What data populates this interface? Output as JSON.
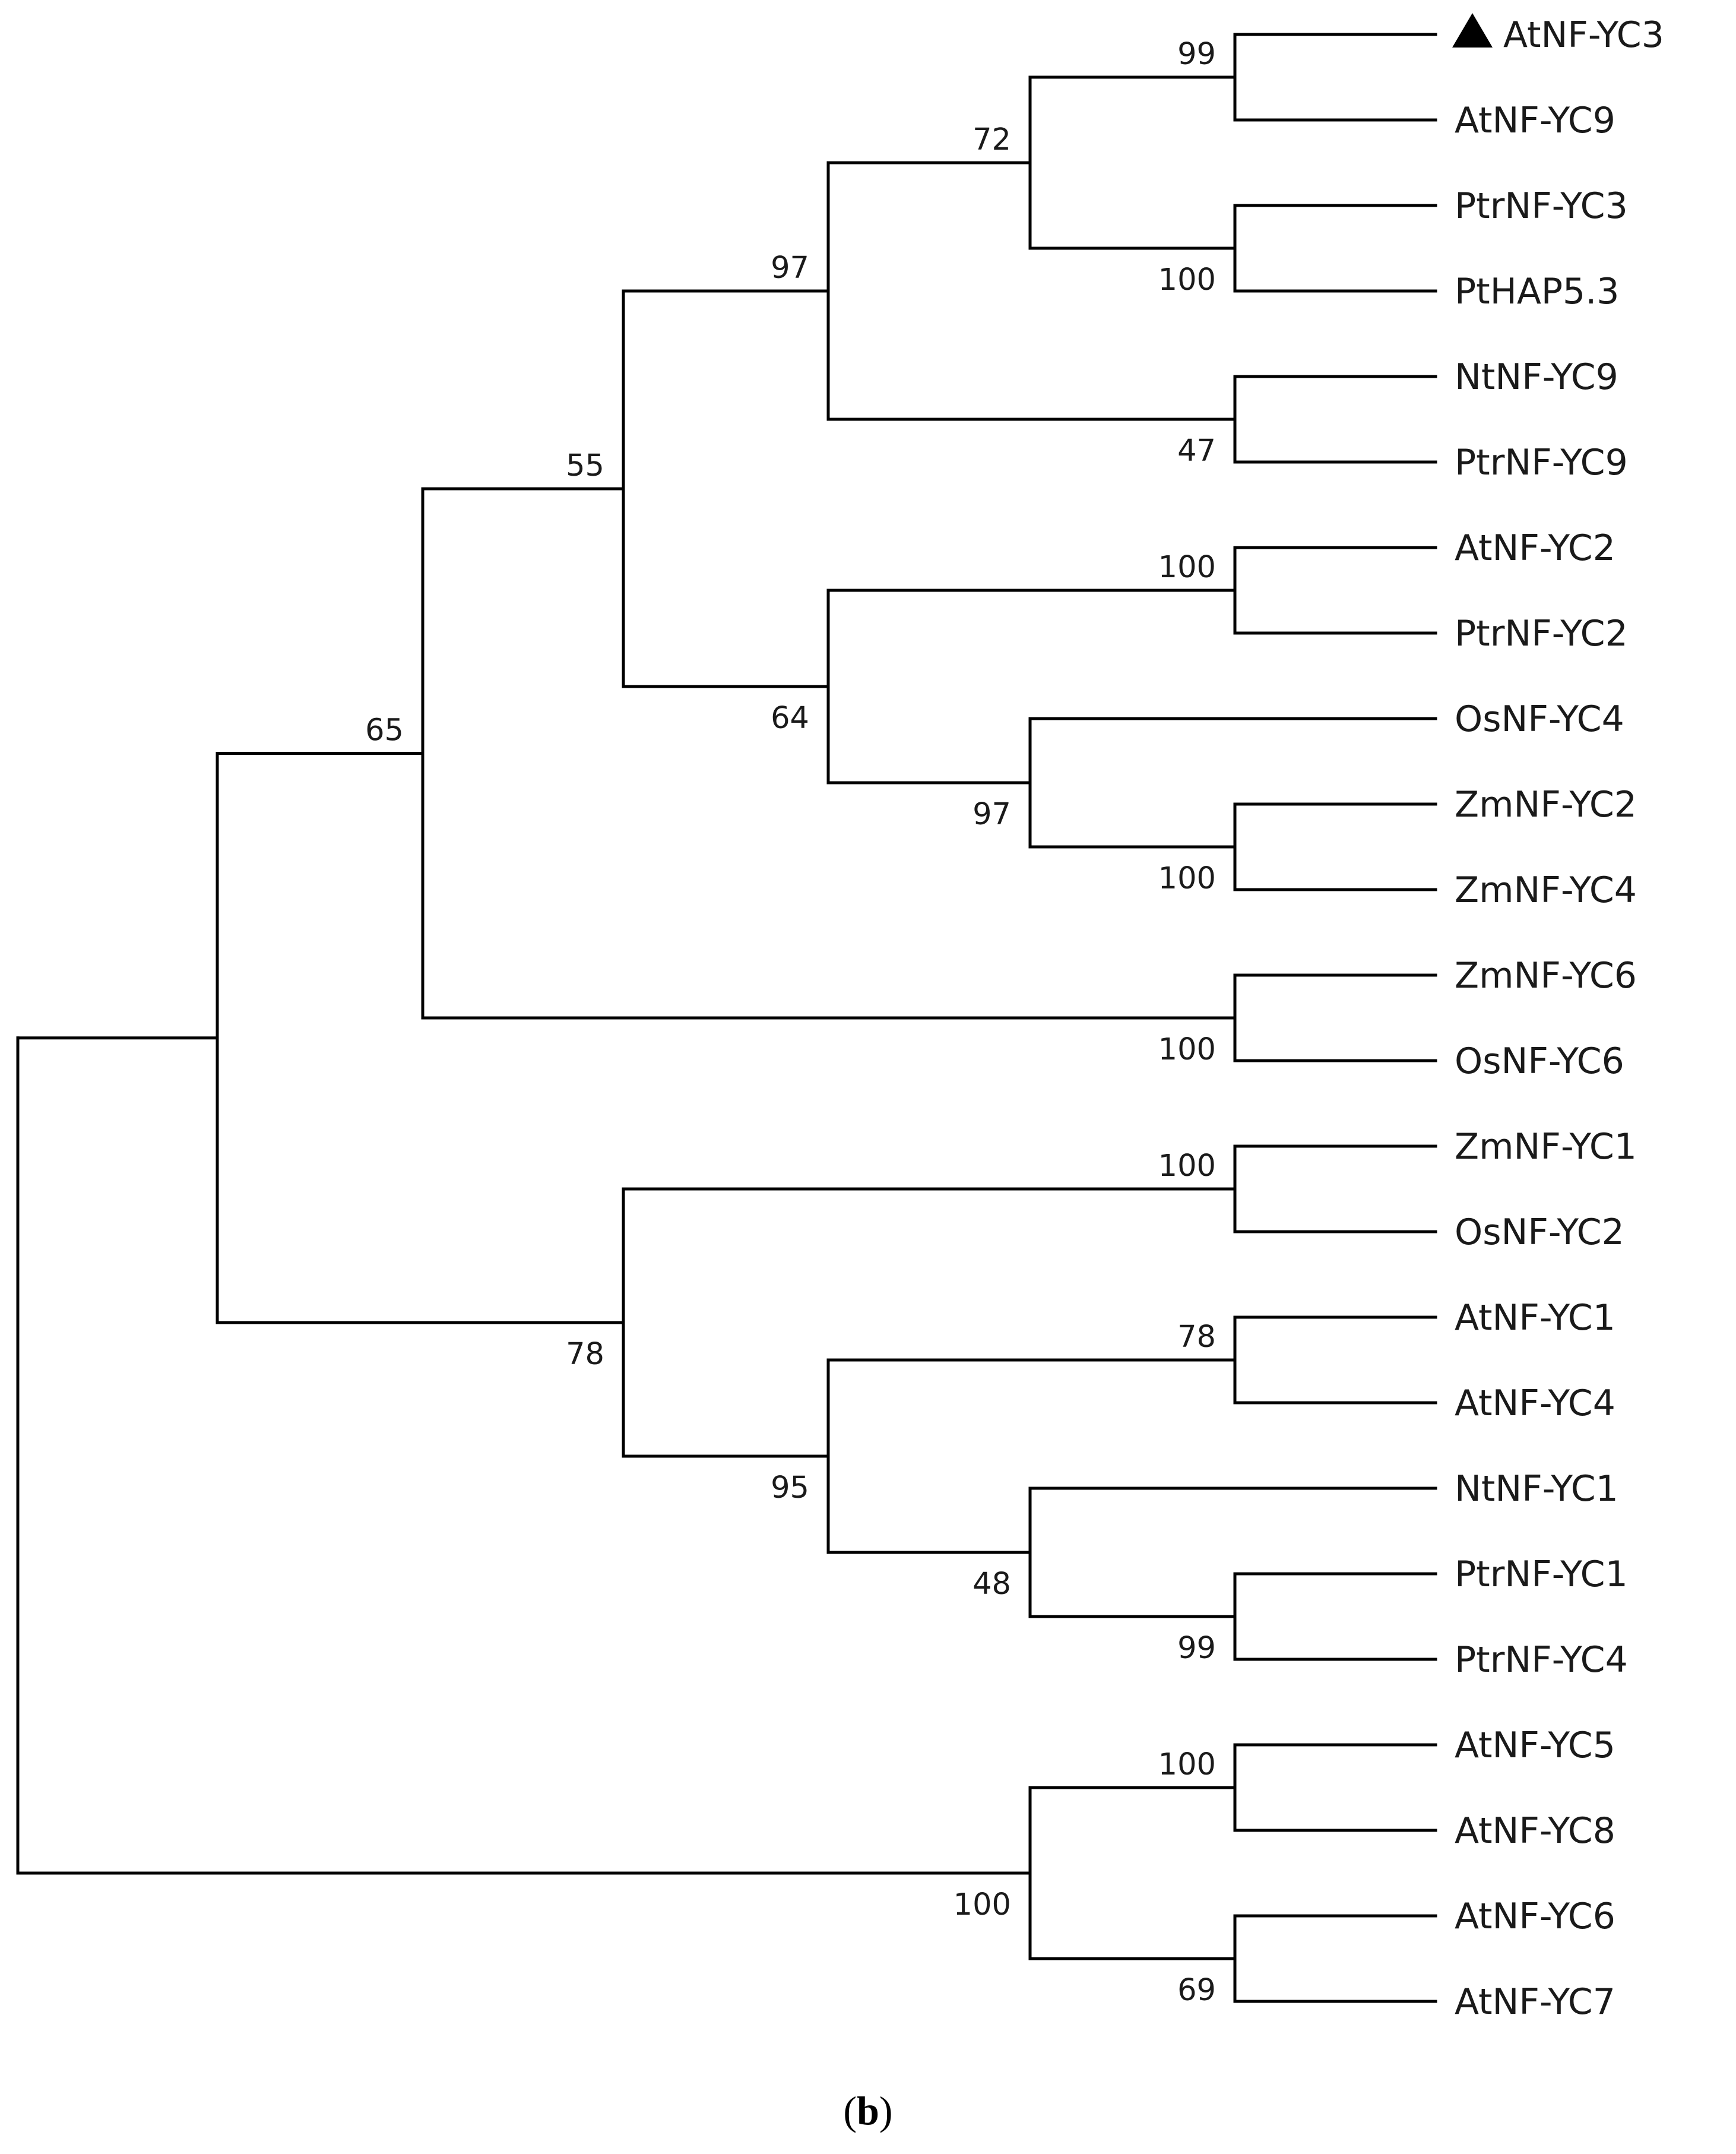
{
  "tree": {
    "leaves": [
      {
        "id": "L0",
        "label": "AtNF-YC3",
        "marked": true
      },
      {
        "id": "L1",
        "label": "AtNF-YC9"
      },
      {
        "id": "L2",
        "label": "PtrNF-YC3"
      },
      {
        "id": "L3",
        "label": "PtHAP5.3"
      },
      {
        "id": "L4",
        "label": "NtNF-YC9"
      },
      {
        "id": "L5",
        "label": "PtrNF-YC9"
      },
      {
        "id": "L6",
        "label": "AtNF-YC2"
      },
      {
        "id": "L7",
        "label": "PtrNF-YC2"
      },
      {
        "id": "L8",
        "label": "OsNF-YC4"
      },
      {
        "id": "L9",
        "label": "ZmNF-YC2"
      },
      {
        "id": "L10",
        "label": "ZmNF-YC4"
      },
      {
        "id": "L11",
        "label": "ZmNF-YC6"
      },
      {
        "id": "L12",
        "label": "OsNF-YC6"
      },
      {
        "id": "L13",
        "label": "ZmNF-YC1"
      },
      {
        "id": "L14",
        "label": "OsNF-YC2"
      },
      {
        "id": "L15",
        "label": "AtNF-YC1"
      },
      {
        "id": "L16",
        "label": "AtNF-YC4"
      },
      {
        "id": "L17",
        "label": "NtNF-YC1"
      },
      {
        "id": "L18",
        "label": "PtrNF-YC1"
      },
      {
        "id": "L19",
        "label": "PtrNF-YC4"
      },
      {
        "id": "L20",
        "label": "AtNF-YC5"
      },
      {
        "id": "L21",
        "label": "AtNF-YC8"
      },
      {
        "id": "L22",
        "label": "AtNF-YC6"
      },
      {
        "id": "L23",
        "label": "AtNF-YC7"
      }
    ],
    "nodes": [
      {
        "id": "N0",
        "children": [
          "L0",
          "L1"
        ],
        "support": "99"
      },
      {
        "id": "N1",
        "children": [
          "L2",
          "L3"
        ],
        "support": "100"
      },
      {
        "id": "N2",
        "children": [
          "N0",
          "N1"
        ],
        "support": "72"
      },
      {
        "id": "N3",
        "children": [
          "L4",
          "L5"
        ],
        "support": "47"
      },
      {
        "id": "N4",
        "children": [
          "N2",
          "N3"
        ],
        "support": "97"
      },
      {
        "id": "N5",
        "children": [
          "L6",
          "L7"
        ],
        "support": "100"
      },
      {
        "id": "N6",
        "children": [
          "L9",
          "L10"
        ],
        "support": "100"
      },
      {
        "id": "N7",
        "children": [
          "L8",
          "N6"
        ],
        "support": "97"
      },
      {
        "id": "N8",
        "children": [
          "N5",
          "N7"
        ],
        "support": "64"
      },
      {
        "id": "N9",
        "children": [
          "N4",
          "N8"
        ],
        "support": "55"
      },
      {
        "id": "N10",
        "children": [
          "L11",
          "L12"
        ],
        "support": "100"
      },
      {
        "id": "N11",
        "children": [
          "N9",
          "N10"
        ],
        "support": "65"
      },
      {
        "id": "N12",
        "children": [
          "L13",
          "L14"
        ],
        "support": "100"
      },
      {
        "id": "N13",
        "children": [
          "L15",
          "L16"
        ],
        "support": "78"
      },
      {
        "id": "N14",
        "children": [
          "L18",
          "L19"
        ],
        "support": "99"
      },
      {
        "id": "N15",
        "children": [
          "L17",
          "N14"
        ],
        "support": "48"
      },
      {
        "id": "N16",
        "children": [
          "N13",
          "N15"
        ],
        "support": "95"
      },
      {
        "id": "N17",
        "children": [
          "N12",
          "N16"
        ],
        "support": "78"
      },
      {
        "id": "N18",
        "children": [
          "N11",
          "N17"
        ],
        "support": ""
      },
      {
        "id": "N19",
        "children": [
          "L20",
          "L21"
        ],
        "support": "100"
      },
      {
        "id": "N20",
        "children": [
          "L22",
          "L23"
        ],
        "support": "69"
      },
      {
        "id": "N21",
        "children": [
          "N19",
          "N20"
        ],
        "support": "100"
      },
      {
        "id": "N22",
        "children": [
          "N18",
          "N21"
        ],
        "support": ""
      }
    ],
    "root": "N22"
  },
  "caption": {
    "open": "(",
    "letter": "b",
    "close": ")"
  }
}
